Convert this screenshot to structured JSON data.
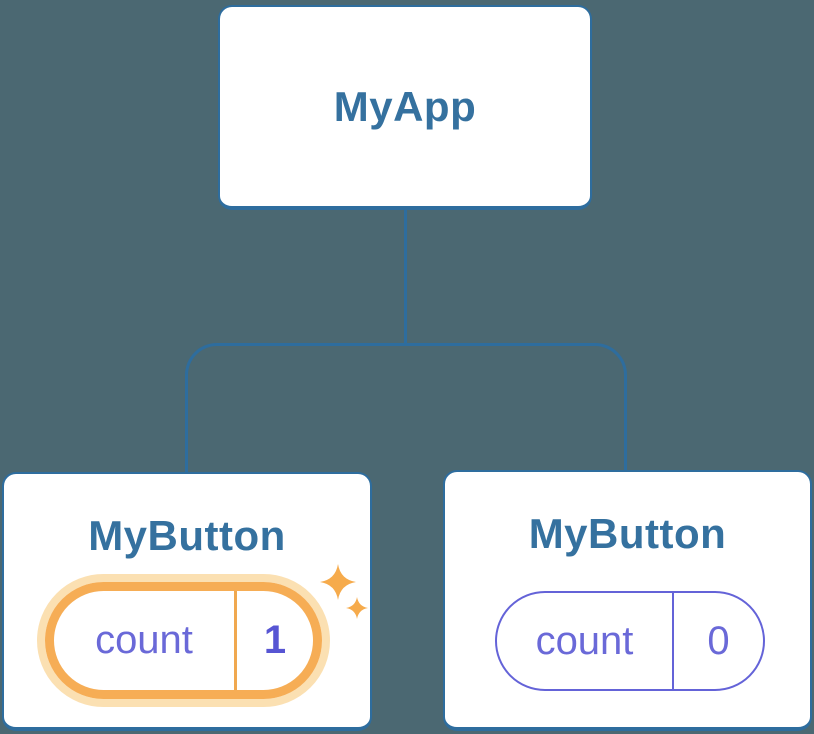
{
  "diagram": {
    "description": "React component tree with state",
    "tree": {
      "root": {
        "label": "MyApp"
      },
      "children": [
        {
          "label": "MyButton",
          "highlighted": true,
          "state": {
            "key": "count",
            "value": "1"
          }
        },
        {
          "label": "MyButton",
          "highlighted": false,
          "state": {
            "key": "count",
            "value": "0"
          }
        }
      ]
    },
    "icons": [
      "sparkles-icon"
    ],
    "colors": {
      "background": "#4b6872",
      "box_border": "#2e6d9e",
      "heading_text": "#35719f",
      "state_purple": "#6a69d8",
      "state_value_bold": "#5755d3",
      "highlight_ring": "#f6ad55",
      "highlight_halo": "#fbe0b2",
      "sparkle": "#f6ab4c"
    }
  }
}
